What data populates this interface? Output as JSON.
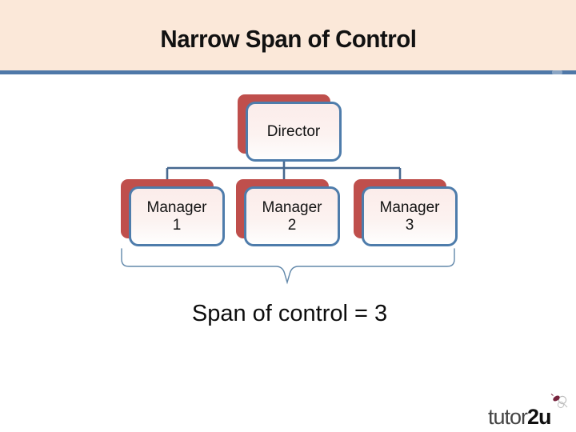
{
  "slide": {
    "title": "Narrow Span of Control",
    "caption": "Span of control = 3"
  },
  "org_chart": {
    "type": "hierarchy",
    "nodes": [
      {
        "id": "director",
        "label": "Director",
        "level": 0
      },
      {
        "id": "manager-1",
        "label": "Manager 1",
        "level": 1
      },
      {
        "id": "manager-2",
        "label": "Manager 2",
        "level": 1
      },
      {
        "id": "manager-3",
        "label": "Manager 3",
        "level": 1
      }
    ],
    "edges": [
      [
        "Director",
        "Manager 1"
      ],
      [
        "Director",
        "Manager 2"
      ],
      [
        "Director",
        "Manager 3"
      ]
    ],
    "span_of_control": 3
  },
  "logo": {
    "text_light": "tutor",
    "text_bold": "2u"
  },
  "colors": {
    "header_background": "#fbe8d9",
    "divider_blue": "#4f78a8",
    "box_border_blue": "#4e7cab",
    "box_fill_pink": "#fbecea",
    "shadow_red": "#bf4f4c",
    "connector_blue": "#46688f",
    "brace_blue": "#6288aa",
    "title_text": "#111111"
  }
}
